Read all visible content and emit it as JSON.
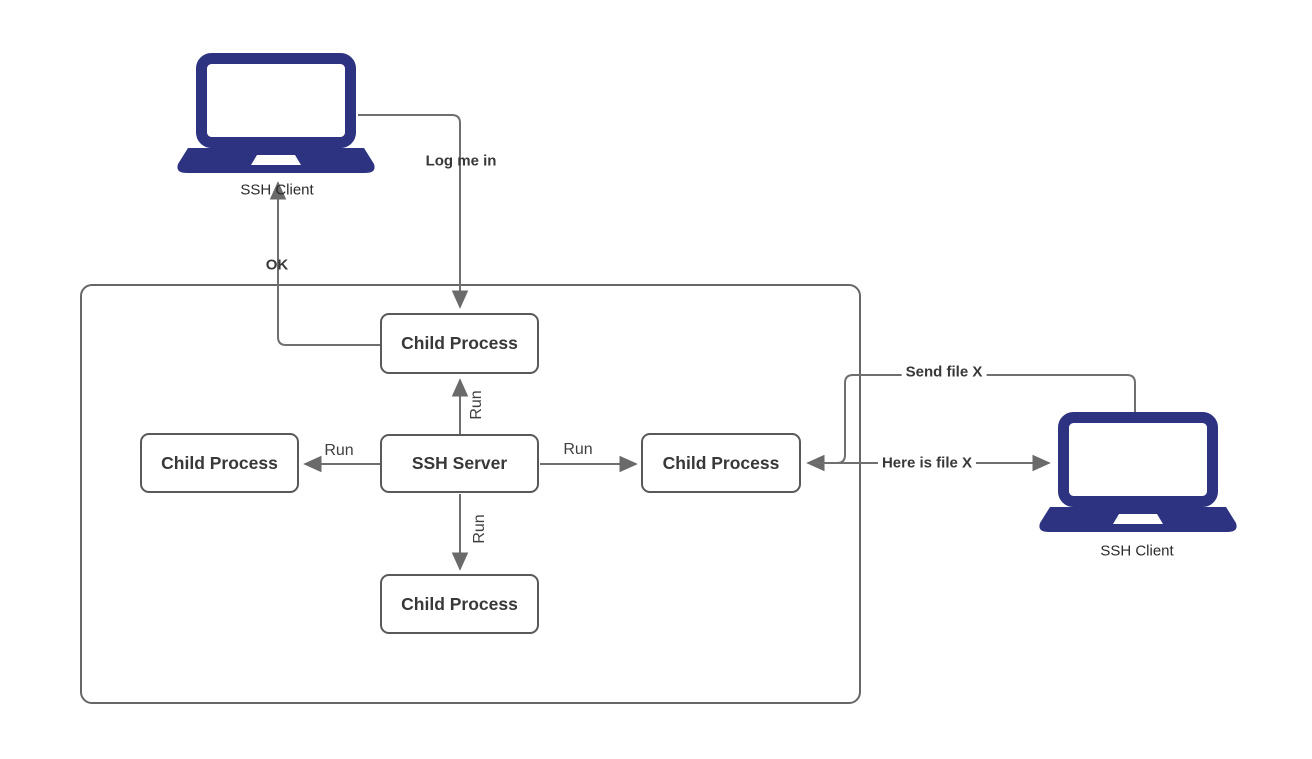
{
  "diagram": {
    "title": "SSH client-server process diagram",
    "nodes": {
      "client_left": {
        "label": "SSH Client"
      },
      "client_right": {
        "label": "SSH Client"
      },
      "server": {
        "label": "SSH Server"
      },
      "child_top": {
        "label": "Child Process"
      },
      "child_left": {
        "label": "Child Process"
      },
      "child_right": {
        "label": "Child Process"
      },
      "child_bottom": {
        "label": "Child Process"
      }
    },
    "edges": {
      "log_me_in": {
        "label": "Log me in",
        "from": "client_left",
        "to": "child_top"
      },
      "ok": {
        "label": "OK",
        "from": "child_top",
        "to": "client_left"
      },
      "run_up": {
        "label": "Run",
        "from": "server",
        "to": "child_top"
      },
      "run_down": {
        "label": "Run",
        "from": "server",
        "to": "child_bottom"
      },
      "run_left": {
        "label": "Run",
        "from": "server",
        "to": "child_left"
      },
      "run_right": {
        "label": "Run",
        "from": "server",
        "to": "child_right"
      },
      "send_file": {
        "label": "Send file X",
        "from": "client_right",
        "to": "child_right"
      },
      "here_file": {
        "label": "Here is file X",
        "from": "child_right",
        "to": "client_right"
      }
    },
    "colors": {
      "laptop": "#2d3381",
      "line": "#6f6f6f",
      "arrowhead": "#6a6a6a",
      "box_border": "#595959",
      "boundary_border": "#666666",
      "text": "#383838"
    }
  }
}
